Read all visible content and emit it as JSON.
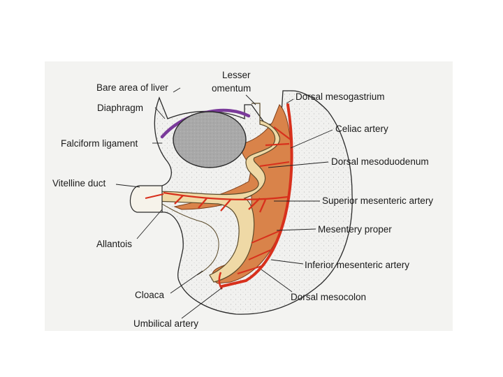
{
  "labels": {
    "lesser_omentum_1": "Lesser",
    "lesser_omentum_2": "omentum",
    "bare_area_of_liver": "Bare area of liver",
    "dorsal_mesogastrium": "Dorsal mesogastrium",
    "diaphragm": "Diaphragm",
    "celiac_artery": "Celiac artery",
    "falciform_ligament": "Falciform ligament",
    "dorsal_mesoduodenum": "Dorsal mesoduodenum",
    "vitelline_duct": "Vitelline duct",
    "superior_mesenteric_artery": "Superior mesenteric artery",
    "mesentery_proper": "Mesentery proper",
    "allantois": "Allantois",
    "inferior_mesenteric_artery": "Inferior mesenteric artery",
    "cloaca": "Cloaca",
    "dorsal_mesocolon": "Dorsal mesocolon",
    "umbilical_artery": "Umbilical artery"
  },
  "colors": {
    "background_panel": "#f4f4f2",
    "mesentery": "#d9834a",
    "gut_tube": "#efd9a6",
    "artery": "#d8301c",
    "liver": "#a8a8a8",
    "diaphragm": "#7a3a9a",
    "outline": "#2a2a2a"
  }
}
